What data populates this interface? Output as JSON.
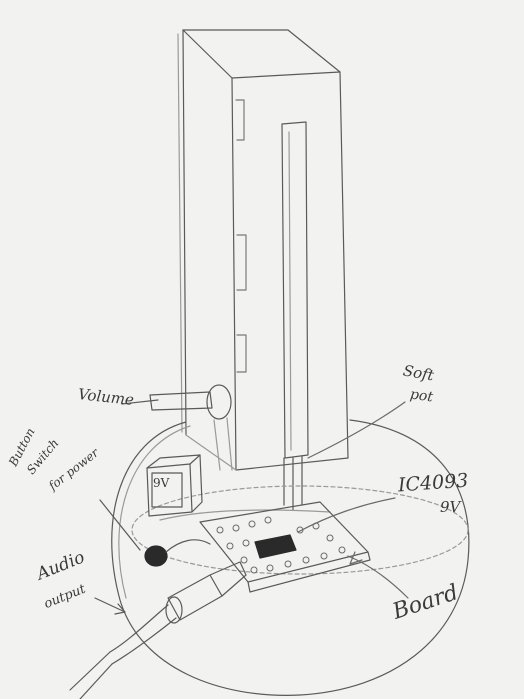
{
  "labels": {
    "volume": "Volume",
    "soft_pot_line1": "Soft",
    "soft_pot_line2": "pot",
    "button_line1": "Button",
    "button_line2": "Switch",
    "button_line3": "for power",
    "ic_line1": "IC4093",
    "ic_line2": "9V",
    "audio_line1": "Audio",
    "audio_line2": "output",
    "board": "Board",
    "battery": "9V"
  },
  "colors": {
    "paper": "#f2f2f0",
    "pencil": "#5a5a5a",
    "pencil_light": "#9a9a9a",
    "chip": "#2a2a2a"
  }
}
